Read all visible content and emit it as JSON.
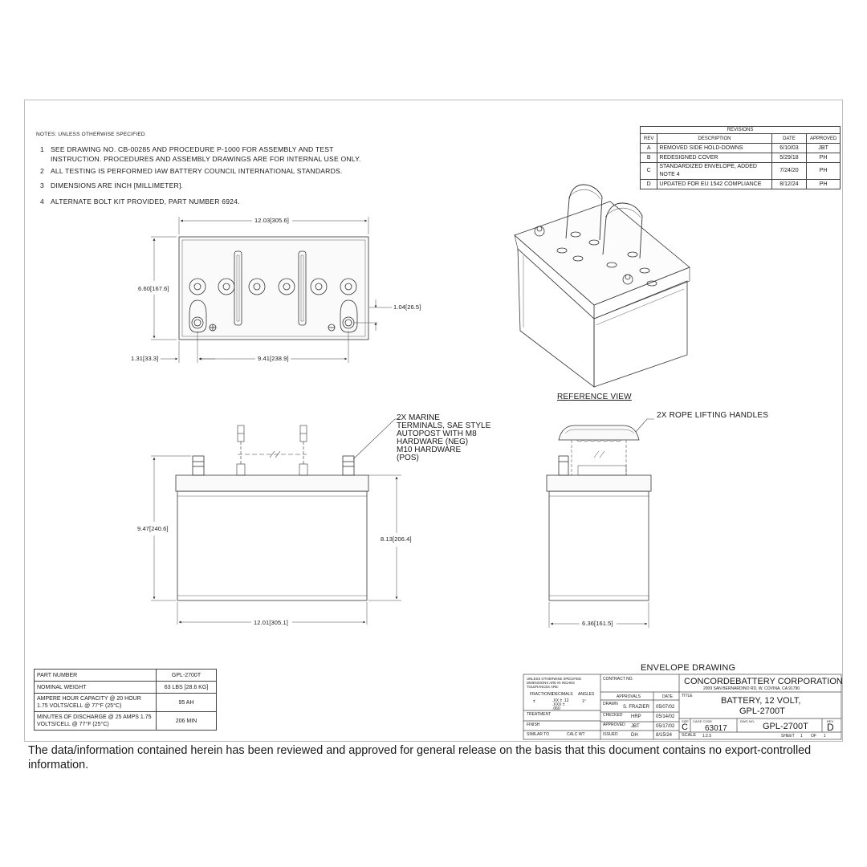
{
  "notes": {
    "title": "NOTES: UNLESS OTHERWISE SPECIFIED",
    "items": [
      {
        "num": "1",
        "lines": [
          "SEE DRAWING NO. CB-00285 AND PROCEDURE P-1000 FOR ASSEMBLY AND TEST",
          "INSTRUCTION. PROCEDURES AND ASSEMBLY DRAWINGS ARE FOR INTERNAL USE ONLY."
        ]
      },
      {
        "num": "2",
        "lines": [
          "ALL TESTING IS PERFORMED IAW BATTERY COUNCIL INTERNATIONAL STANDARDS."
        ]
      },
      {
        "num": "3",
        "lines": [
          "DIMENSIONS ARE INCH [MILLIMETER]."
        ]
      },
      {
        "num": "4",
        "lines": [
          "ALTERNATE BOLT KIT PROVIDED, PART NUMBER 6924."
        ]
      }
    ]
  },
  "revisions": {
    "title": "REVISIONS",
    "headers": [
      "REV",
      "DESCRIPTION",
      "DATE",
      "APPROVED"
    ],
    "rows": [
      {
        "rev": "A",
        "desc": "REMOVED SIDE HOLD-DOWNS",
        "date": "6/10/03",
        "approved": "JBT"
      },
      {
        "rev": "B",
        "desc": "REDESIGNED COVER",
        "date": "5/29/18",
        "approved": "PH"
      },
      {
        "rev": "C",
        "desc": "STANDARDIZED ENVELOPE, ADDED NOTE 4",
        "date": "7/24/20",
        "approved": "PH"
      },
      {
        "rev": "D",
        "desc": "UPDATED FOR EU 1542 COMPLIANCE",
        "date": "8/12/24",
        "approved": "PH"
      }
    ]
  },
  "dims": {
    "top_width": "12.03",
    "top_width_mm": "305.6",
    "top_height": "6.60",
    "top_height_mm": "167.6",
    "post_offset": "1.04",
    "post_offset_mm": "26.5",
    "left_post": "1.31",
    "left_post_mm": "33.3",
    "post_spacing": "9.41",
    "post_spacing_mm": "238.9",
    "total_height": "9.47",
    "total_height_mm": "240.6",
    "case_height": "8.13",
    "case_height_mm": "206.4",
    "front_width": "12.01",
    "front_width_mm": "305.1",
    "side_width": "6.36",
    "side_width_mm": "161.5"
  },
  "labels": {
    "reference_view": "REFERENCE VIEW",
    "terminals_callout": [
      "2X MARINE",
      "TERMINALS, SAE STYLE",
      "AUTOPOST WITH M8",
      "HARDWARE (NEG)",
      "M10 HARDWARE",
      "(POS)"
    ],
    "handles_callout": "2X ROPE LIFTING HANDLES",
    "envelope_drawing": "ENVELOPE DRAWING"
  },
  "specs": [
    {
      "label": "PART NUMBER",
      "value": "GPL-2700T"
    },
    {
      "label": "NOMINAL WEIGHT",
      "value": "63 LBS [28.6 KG]"
    },
    {
      "label": "AMPERE HOUR CAPACITY @ 20 HOUR 1.75 VOLTS/CELL @ 77°F (25°C)",
      "value": "95 AH"
    },
    {
      "label": "MINUTES OF DISCHARGE @ 25 AMPS 1.75 VOLTS/CELL @ 77°F (25°C)",
      "value": "206 MIN"
    }
  ],
  "title_block": {
    "tolerance_note": "UNLESS OTHERWISE SPECIFIED DIMENSIONS ARE IN INCHES TOLERANCES ARE:",
    "fractions": "FRACTIONS",
    "decimals": "DECIMALS",
    "angles": "ANGLES",
    "frac_val": "±",
    "dec_val": ".XX ± .12 .XXX ± .060",
    "ang_val": "1°",
    "treatment": "TREATMENT",
    "finish": "FINISH",
    "similar_to": "SIMILAR TO",
    "calc_wt": "CALC WT",
    "contract_no": "CONTRACT NO.",
    "approvals": "APPROVALS",
    "date_h": "DATE",
    "drawn": "DRAWN",
    "drawn_by": "S. FRAZIER",
    "drawn_date": "05/07/02",
    "checked": "CHECKED",
    "checked_by": "HRP",
    "checked_date": "05/14/02",
    "approved": "APPROVED",
    "approved_by": "JBT",
    "approved_date": "05/17/02",
    "issued": "ISSUED",
    "issued_by": "DH",
    "issued_date": "8/15/24",
    "company": "CONCORDEBATTERY CORPORATION",
    "address": "2009 SAN BERNARDINO RD, W. COVINA, CA 91790",
    "title_label": "TITLE",
    "title_line1": "BATTERY, 12 VOLT,",
    "title_line2": "GPL-2700T",
    "size_label": "SIZE",
    "size": "C",
    "cage_label": "CAGE CODE",
    "cage": "63017",
    "dwg_label": "DWG NO.",
    "dwg": "GPL-2700T",
    "rev_label": "REV",
    "rev": "D",
    "scale_label": "SCALE",
    "scale": "1:2.5",
    "sheet": "SHEET",
    "sheet_no": "1",
    "of": "OF",
    "of_no": "1"
  },
  "footer": "The data/information contained herein has been reviewed and approved for general release on the basis that this document contains no export-controlled information."
}
